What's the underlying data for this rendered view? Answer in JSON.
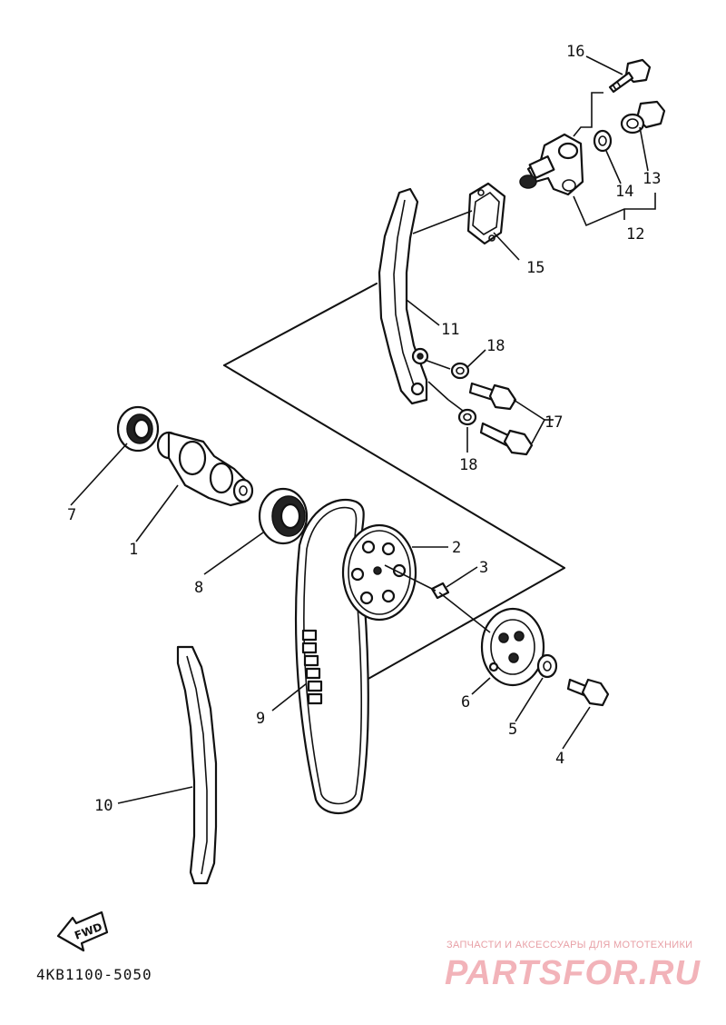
{
  "diagram": {
    "catalog_code": "4KB1100-5050",
    "fwd_label": "FWD",
    "parts": [
      {
        "id": "p1",
        "number": "1"
      },
      {
        "id": "p2",
        "number": "2"
      },
      {
        "id": "p3",
        "number": "3"
      },
      {
        "id": "p4",
        "number": "4"
      },
      {
        "id": "p5",
        "number": "5"
      },
      {
        "id": "p6",
        "number": "6"
      },
      {
        "id": "p7",
        "number": "7"
      },
      {
        "id": "p8",
        "number": "8"
      },
      {
        "id": "p9",
        "number": "9"
      },
      {
        "id": "p10",
        "number": "10"
      },
      {
        "id": "p11",
        "number": "11"
      },
      {
        "id": "p12",
        "number": "12"
      },
      {
        "id": "p13",
        "number": "13"
      },
      {
        "id": "p14",
        "number": "14"
      },
      {
        "id": "p15",
        "number": "15"
      },
      {
        "id": "p16",
        "number": "16"
      },
      {
        "id": "p17",
        "number": "17"
      },
      {
        "id": "p18a",
        "number": "18"
      },
      {
        "id": "p18b",
        "number": "18"
      }
    ]
  },
  "watermark": {
    "tagline": "ЗАПЧАСТИ И АКСЕССУАРЫ ДЛЯ МОТОТЕХНИКИ",
    "logo": "PARTSFOR.RU",
    "color": "#f2b3b9"
  }
}
